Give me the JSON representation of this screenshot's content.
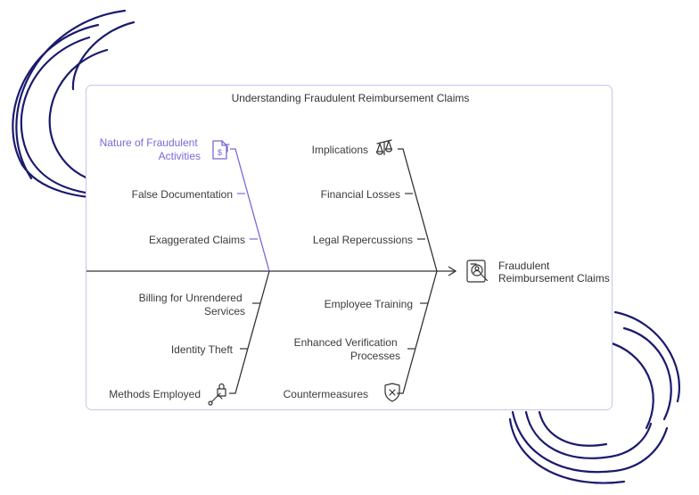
{
  "title": "Understanding Fraudulent Reimbursement Claims",
  "effect": {
    "lines": [
      "Fraudulent",
      "Reimbursement Claims"
    ],
    "icon": "investigation-icon"
  },
  "categories": [
    {
      "lines": [
        "Nature of Fraudulent",
        "Activities"
      ],
      "icon": "dollar-document-icon",
      "color": "#7b68d6",
      "causes": [
        {
          "lines": [
            "False Documentation"
          ]
        },
        {
          "lines": [
            "Exaggerated Claims"
          ]
        }
      ]
    },
    {
      "lines": [
        "Implications"
      ],
      "icon": "scales-icon",
      "color": "#333333",
      "causes": [
        {
          "lines": [
            "Financial Losses"
          ]
        },
        {
          "lines": [
            "Legal Repercussions"
          ]
        }
      ]
    },
    {
      "lines": [
        "Methods Employed"
      ],
      "icon": "forgery-pen-icon",
      "color": "#333333",
      "causes": [
        {
          "lines": [
            "Billing for Unrendered",
            "Services"
          ]
        },
        {
          "lines": [
            "Identity Theft"
          ]
        }
      ]
    },
    {
      "lines": [
        "Countermeasures"
      ],
      "icon": "shield-icon",
      "color": "#333333",
      "causes": [
        {
          "lines": [
            "Employee Training"
          ]
        },
        {
          "lines": [
            "Enhanced Verification",
            "Processes"
          ]
        }
      ]
    }
  ],
  "colors": {
    "accent": "#7b68d6",
    "line": "#333333",
    "decoration": "#1a1a6e",
    "border": "#c9c4ea"
  }
}
